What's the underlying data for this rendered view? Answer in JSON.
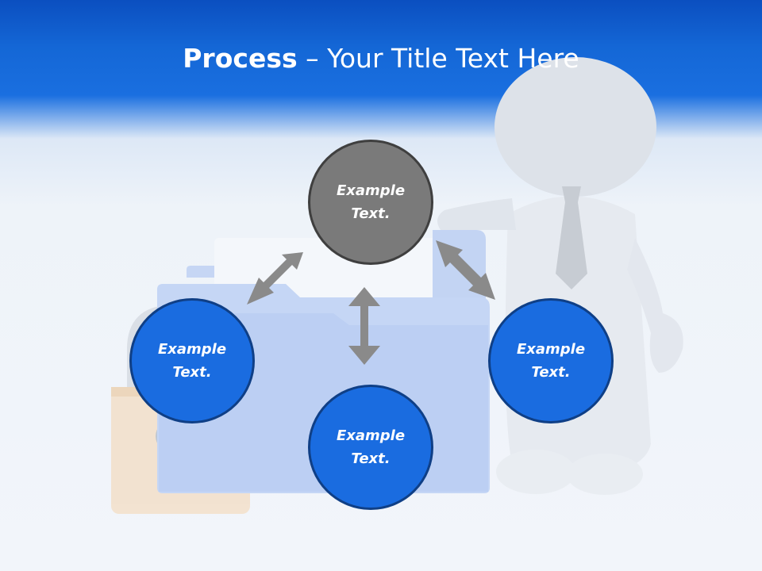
{
  "title": {
    "bold": "Process",
    "rest": " – Your Title Text Here"
  },
  "nodes": {
    "top": {
      "line1": "Example",
      "line2": "Text."
    },
    "left": {
      "line1": "Example",
      "line2": "Text."
    },
    "right": {
      "line1": "Example",
      "line2": "Text."
    },
    "bottom": {
      "line1": "Example",
      "line2": "Text."
    }
  },
  "colors": {
    "header_blue": "#1467d6",
    "node_blue": "#1a6ce0",
    "node_gray": "#7a7a7a",
    "arrow_gray": "#8a8a8a"
  },
  "icons": [
    "padlock-icon",
    "folder-icon",
    "figure-icon",
    "double-arrow-icon"
  ]
}
